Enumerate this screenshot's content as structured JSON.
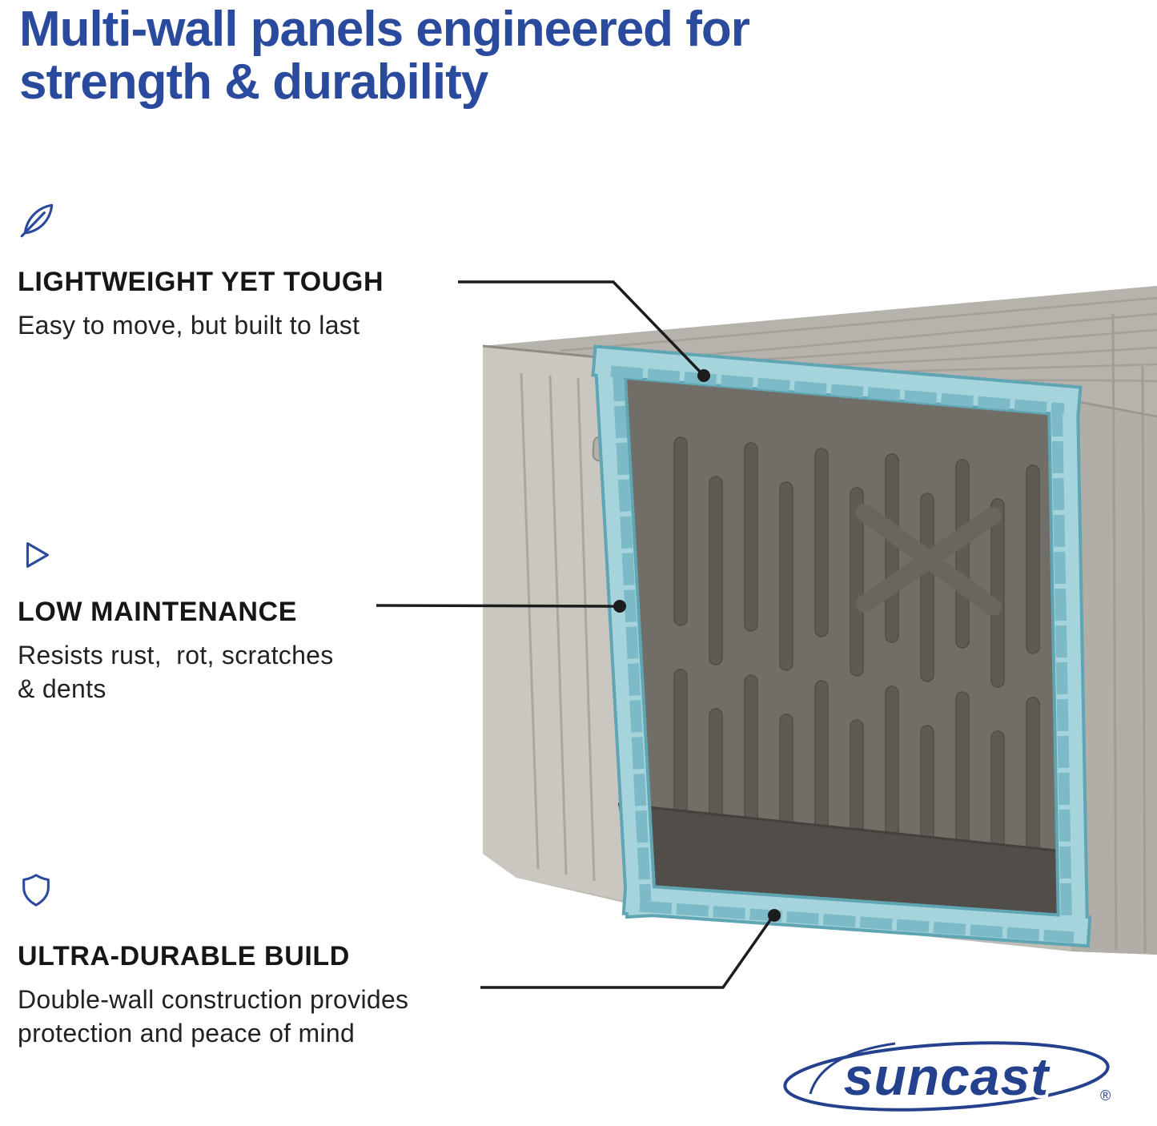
{
  "title": {
    "line1": "Multi-wall panels engineered for",
    "line2": "strength & durability"
  },
  "features": [
    {
      "icon": "feather-icon",
      "heading": "LIGHTWEIGHT YET TOUGH",
      "body": "Easy to move, but built to last"
    },
    {
      "icon": "play-icon",
      "heading": "LOW MAINTENANCE",
      "body": "Resists rust,  rot, scratches\n& dents"
    },
    {
      "icon": "shield-icon",
      "heading": "ULTRA-DURABLE BUILD",
      "body": "Double-wall construction provides\nprotection and peace of mind"
    }
  ],
  "logo": {
    "text": "suncast",
    "registered": "®"
  },
  "colors": {
    "title_blue": "#2a4a9e",
    "logo_blue": "#24418e",
    "text_black": "#1c1c1e",
    "panel_teal": "#a6d4dc",
    "teal_border": "#5fa5b3",
    "exterior_gray": "#c4c0ba",
    "interior_gray": "#6f6b65"
  }
}
